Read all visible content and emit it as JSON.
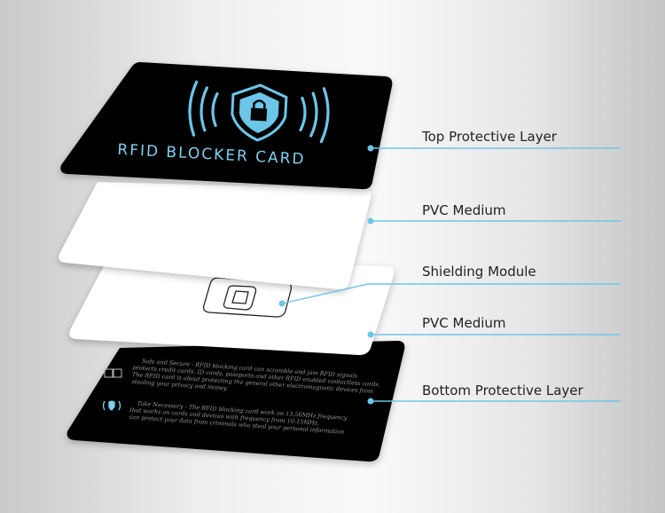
{
  "card_title": "RFID BLOCKER CARD",
  "labels": [
    "Top Protective Layer",
    "PVC Medium",
    "Shielding Module",
    "PVC Medium",
    "Bottom Protective Layer"
  ],
  "back_text": [
    "Safe and Secure - RFID blocking card can scramble and jam RFID signals",
    "protects credit cards, ID cards, passports and other RFID enabled contactless cards.",
    "The RFID card is about protecting the general other electromagnetic devices from",
    "stealing your privacy and money.",
    "Take Necessary - The RFID blocking card work on 13.56MHz frequency",
    "that works on cards and devices with frequency from 10-15MHz,",
    "can protect your data from criminals who steal your personal information"
  ],
  "colors": {
    "accent": "#5cc3e6",
    "card": "#050505",
    "line": "#6cc6e8"
  }
}
